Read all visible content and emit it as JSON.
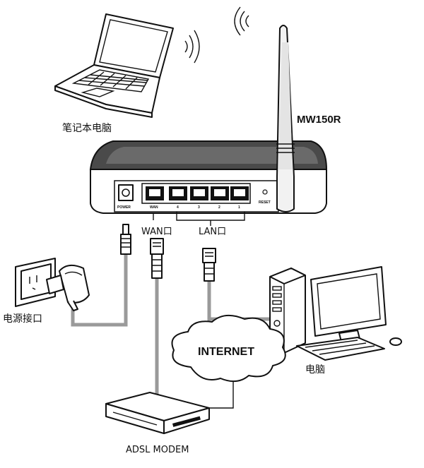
{
  "labels": {
    "laptop": "笔记本电脑",
    "router_model": "MW150R",
    "wan_port": "WAN口",
    "lan_port": "LAN口",
    "power_jack": "电源接口",
    "computer": "电脑",
    "internet": "INTERNET",
    "modem": "ADSL MODEM"
  },
  "router_ports": {
    "power": "POWER",
    "wan": "WAN",
    "lan": [
      "4",
      "3",
      "2",
      "1"
    ],
    "reset": "RESET"
  },
  "colors": {
    "outline": "#111111",
    "cable": "#9a9a9a",
    "router_top": "#4a4a4a"
  }
}
